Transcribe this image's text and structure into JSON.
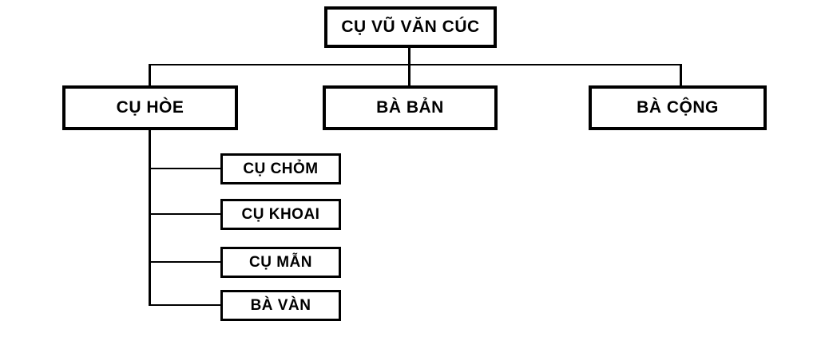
{
  "diagram": {
    "type": "family-tree",
    "root": {
      "label": "CỤ VŨ VĂN CÚC"
    },
    "generation2": [
      {
        "label": "CỤ HÒE"
      },
      {
        "label": "BÀ BẢN"
      },
      {
        "label": "BÀ CỘNG"
      }
    ],
    "generation3": [
      {
        "label": "CỤ CHỎM",
        "parent": "CỤ HÒE"
      },
      {
        "label": "CỤ KHOAI",
        "parent": "CỤ HÒE"
      },
      {
        "label": "CỤ MẪN",
        "parent": "CỤ HÒE"
      },
      {
        "label": "BÀ VÀN",
        "parent": "CỤ HÒE"
      }
    ],
    "colors": {
      "background": "#ffffff",
      "box_border": "#000000",
      "line": "#000000",
      "text": "#000000"
    }
  }
}
